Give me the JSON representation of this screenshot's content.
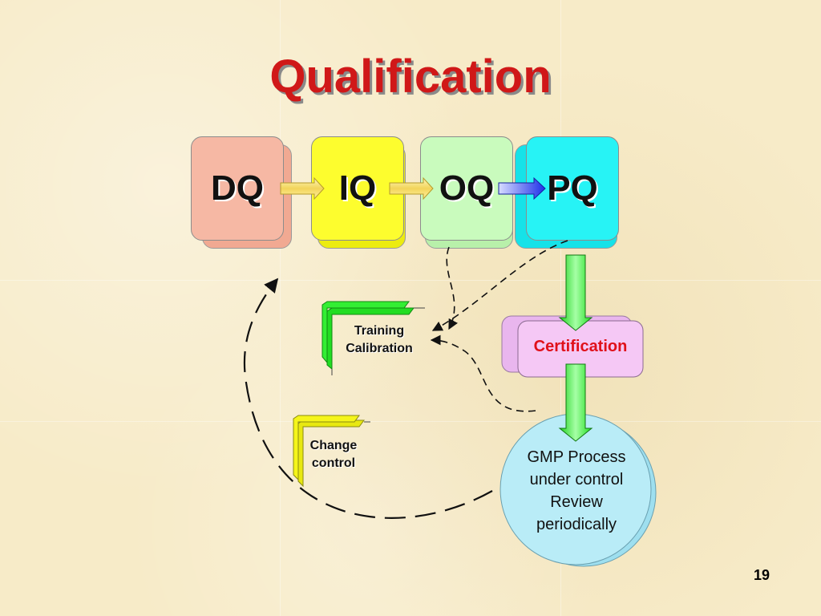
{
  "slide": {
    "title": "Qualification",
    "page_number": "19"
  },
  "stages": [
    {
      "label": "DQ",
      "color": "#f6b8a4"
    },
    {
      "label": "IQ",
      "color": "#fdfd2e"
    },
    {
      "label": "OQ",
      "color": "#c9fbbd"
    },
    {
      "label": "PQ",
      "color": "#27f3f5"
    }
  ],
  "side_items": {
    "training_calibration": [
      "Training",
      "Calibration"
    ],
    "change_control": [
      "Change",
      "control"
    ]
  },
  "certification": {
    "label": "Certification",
    "color": "#f5c8f5",
    "text_color": "#e0101a"
  },
  "gmp_process": {
    "lines": [
      "GMP Process",
      "under control",
      "Review",
      "periodically"
    ],
    "color": "#b9ecf7"
  },
  "colors": {
    "title_red": "#d01818",
    "flow_arrow_green": "#33ee33",
    "bracket_green": "#22dd22",
    "bracket_yellow": "#f5f51a",
    "connector_yellow": "#f7e27a",
    "connector_blue": "#1d2fe8"
  }
}
